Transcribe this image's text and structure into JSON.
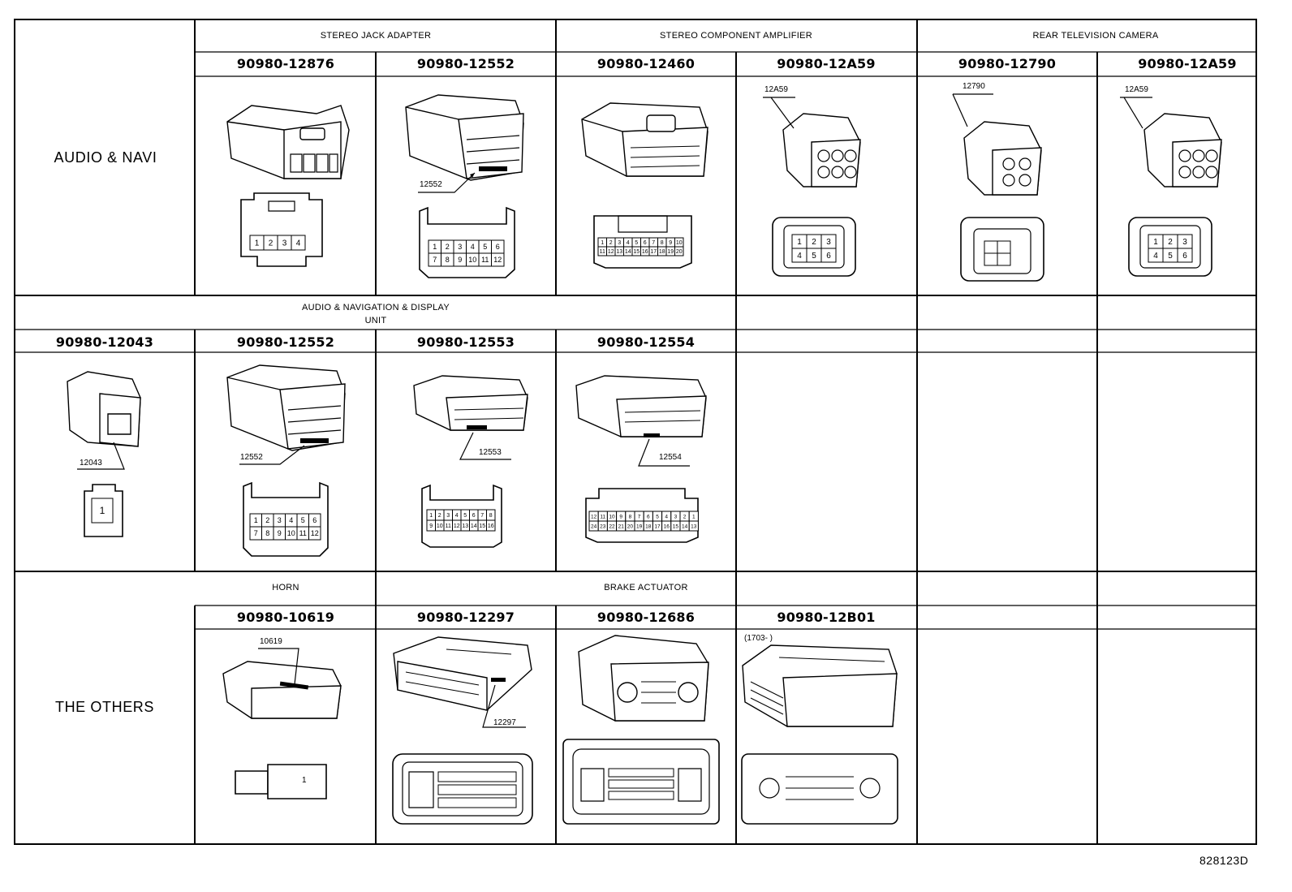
{
  "sections": [
    {
      "group": "AUDIO & NAVI",
      "categories": [
        "STEREO JACK ADAPTER",
        "STEREO COMPONENT AMPLIFIER",
        "REAR TELEVISION CAMERA"
      ],
      "parts": [
        "90980-12876",
        "90980-12552",
        "90980-12460",
        "90980-12A59",
        "90980-12790",
        "90980-12A59"
      ],
      "tags": [
        "12552",
        "12A59",
        "12790",
        "12A59"
      ],
      "faces": [
        {
          "rows": [
            [
              "1",
              "2",
              "3",
              "4"
            ]
          ]
        },
        {
          "rows": [
            [
              "1",
              "2",
              "3",
              "4",
              "5",
              "6"
            ],
            [
              "7",
              "8",
              "9",
              "10",
              "11",
              "12"
            ]
          ]
        },
        {
          "rows": [
            [
              "1",
              "2",
              "3",
              "4",
              "5",
              "6",
              "7",
              "8",
              "9",
              "10"
            ],
            [
              "11",
              "12",
              "13",
              "14",
              "15",
              "16",
              "17",
              "18",
              "19",
              "20"
            ]
          ]
        },
        {
          "rows": [
            [
              "1",
              "2",
              "3"
            ],
            [
              "4",
              "5",
              "6"
            ]
          ]
        },
        {
          "rows": [
            [
              "",
              ""
            ],
            [
              "",
              ""
            ]
          ]
        },
        {
          "rows": [
            [
              "1",
              "2",
              "3"
            ],
            [
              "4",
              "5",
              "6"
            ]
          ]
        }
      ]
    },
    {
      "category": "AUDIO & NAVIGATION & DISPLAY",
      "category_line2": "UNIT",
      "parts": [
        "90980-12043",
        "90980-12552",
        "90980-12553",
        "90980-12554"
      ],
      "tags": [
        "12043",
        "12552",
        "12553",
        "12554"
      ],
      "faces": [
        {
          "rows": [
            [
              "1"
            ]
          ]
        },
        {
          "rows": [
            [
              "1",
              "2",
              "3",
              "4",
              "5",
              "6"
            ],
            [
              "7",
              "8",
              "9",
              "10",
              "11",
              "12"
            ]
          ]
        },
        {
          "rows": [
            [
              "1",
              "2",
              "3",
              "4",
              "5",
              "6",
              "7",
              "8"
            ],
            [
              "9",
              "10",
              "11",
              "12",
              "13",
              "14",
              "15",
              "16"
            ]
          ]
        },
        {
          "rows": [
            [
              "12",
              "11",
              "10",
              "9",
              "8",
              "7",
              "6",
              "5",
              "4",
              "3",
              "2",
              "1"
            ],
            [
              "24",
              "23",
              "22",
              "21",
              "20",
              "19",
              "18",
              "17",
              "16",
              "15",
              "14",
              "13"
            ]
          ]
        }
      ]
    },
    {
      "group": "THE OTHERS",
      "categories": [
        "HORN",
        "BRAKE ACTUATOR"
      ],
      "parts": [
        "90980-10619",
        "90980-12297",
        "90980-12686",
        "90980-12B01"
      ],
      "tags": [
        "10619",
        "12297"
      ],
      "note": "(1703-      )",
      "faces": [
        {
          "rows": [
            [
              "1"
            ]
          ]
        }
      ]
    }
  ],
  "figure_code": "828123D"
}
